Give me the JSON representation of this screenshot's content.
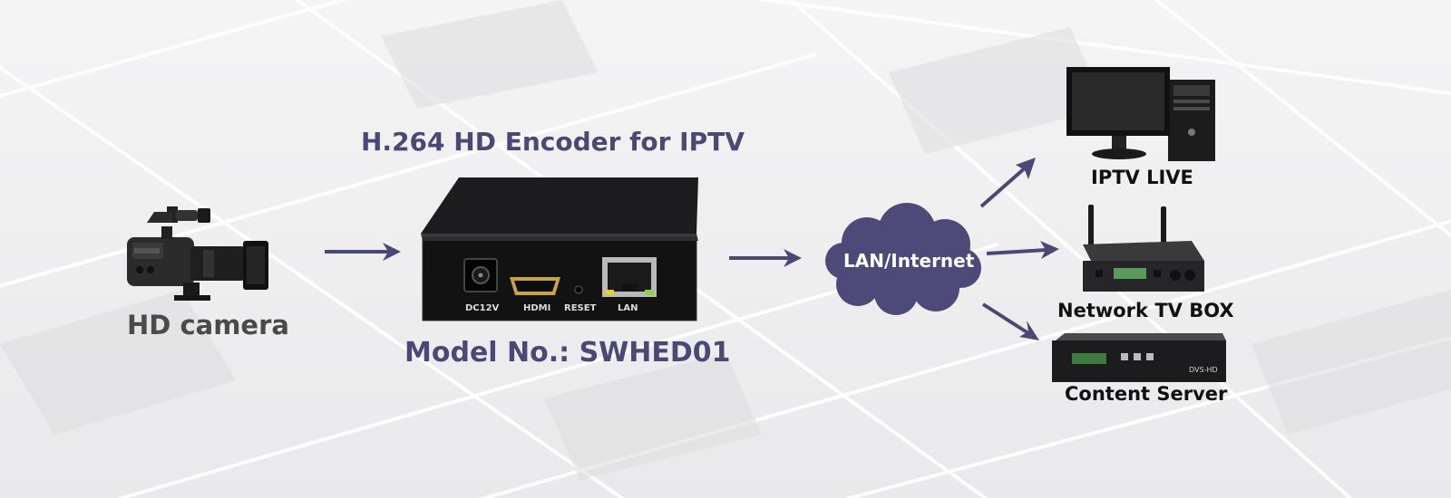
{
  "title": "H.264 HD Encoder for IPTV",
  "model": "Model No.: SWHED01",
  "source": {
    "label": "HD camera"
  },
  "encoder_ports": {
    "dc": "DC12V",
    "hdmi": "HDMI",
    "reset": "RESET",
    "lan": "LAN"
  },
  "network": {
    "label": "LAN/Internet"
  },
  "destinations": [
    {
      "label": "IPTV LIVE",
      "icon": "desktop-computer-icon"
    },
    {
      "label": "Network TV BOX",
      "icon": "set-top-box-icon"
    },
    {
      "label": "Content Server",
      "icon": "content-server-icon"
    }
  ],
  "server_badge": "DVS-HD",
  "colors": {
    "accent": "#4a4874",
    "cloud": "#4d4a79",
    "camera_label": "#4a4a4a",
    "device_label": "#111111"
  }
}
